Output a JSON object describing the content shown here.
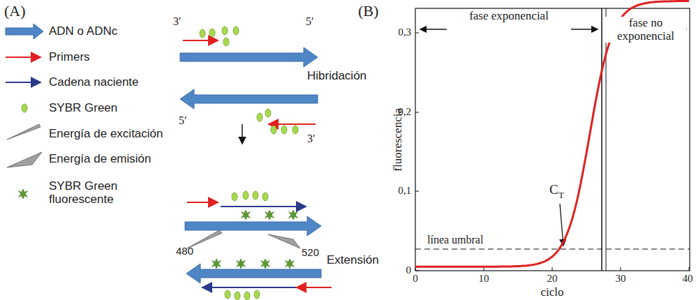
{
  "diagram": {
    "labels": [
      "(A)",
      "(B)",
      "3′",
      "5′",
      "Hibridación",
      "5′",
      "3′",
      "480",
      "520",
      "Extensión",
      "fase exponencial",
      "fase no exponencial",
      "C",
      "T",
      "línea umbral",
      "fluorescencia",
      "ciclo",
      "0",
      "10",
      "20",
      "30",
      "40",
      "0",
      "0,1",
      "0,2",
      "0,3"
    ],
    "legend": [
      {
        "text": "ADN o ADNc"
      },
      {
        "text": "Primers"
      },
      {
        "text": "Cadena naciente"
      },
      {
        "text": "SYBR Green"
      },
      {
        "text": "Energía de excitación"
      },
      {
        "text": "Energía de emisión"
      },
      {
        "text": "SYBR Green fluorescente"
      }
    ]
  }
}
